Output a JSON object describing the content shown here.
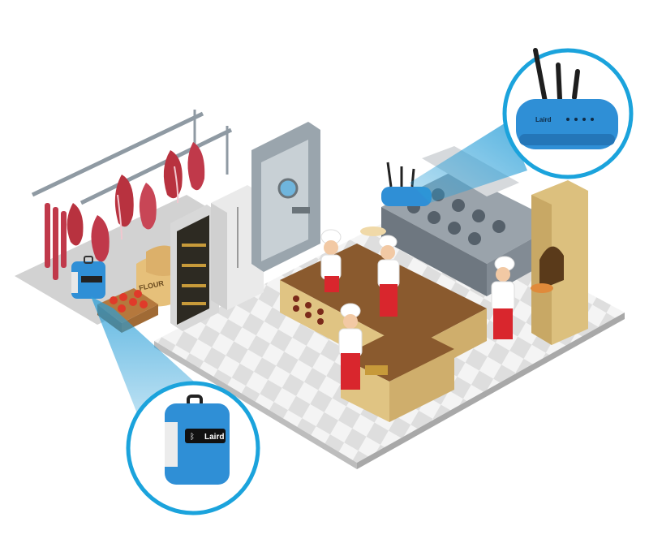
{
  "flour_sack": {
    "label": "FLOUR"
  },
  "sensor": {
    "brand": "Laird"
  },
  "gateway": {
    "brand": "Laird"
  },
  "colors": {
    "callout_ring": "#1ba3dc",
    "device_blue": "#2f8fd6",
    "beam": "#2a9fd8",
    "floor_light": "#f2f2f2",
    "floor_dark": "#d9d9d9",
    "meat": "#c0394a",
    "wood_counter": "#d8b872",
    "chef_apron": "#d9262d",
    "stove_steel": "#8c96a0"
  },
  "icons": [
    "bluetooth-icon",
    "antenna-icon"
  ]
}
